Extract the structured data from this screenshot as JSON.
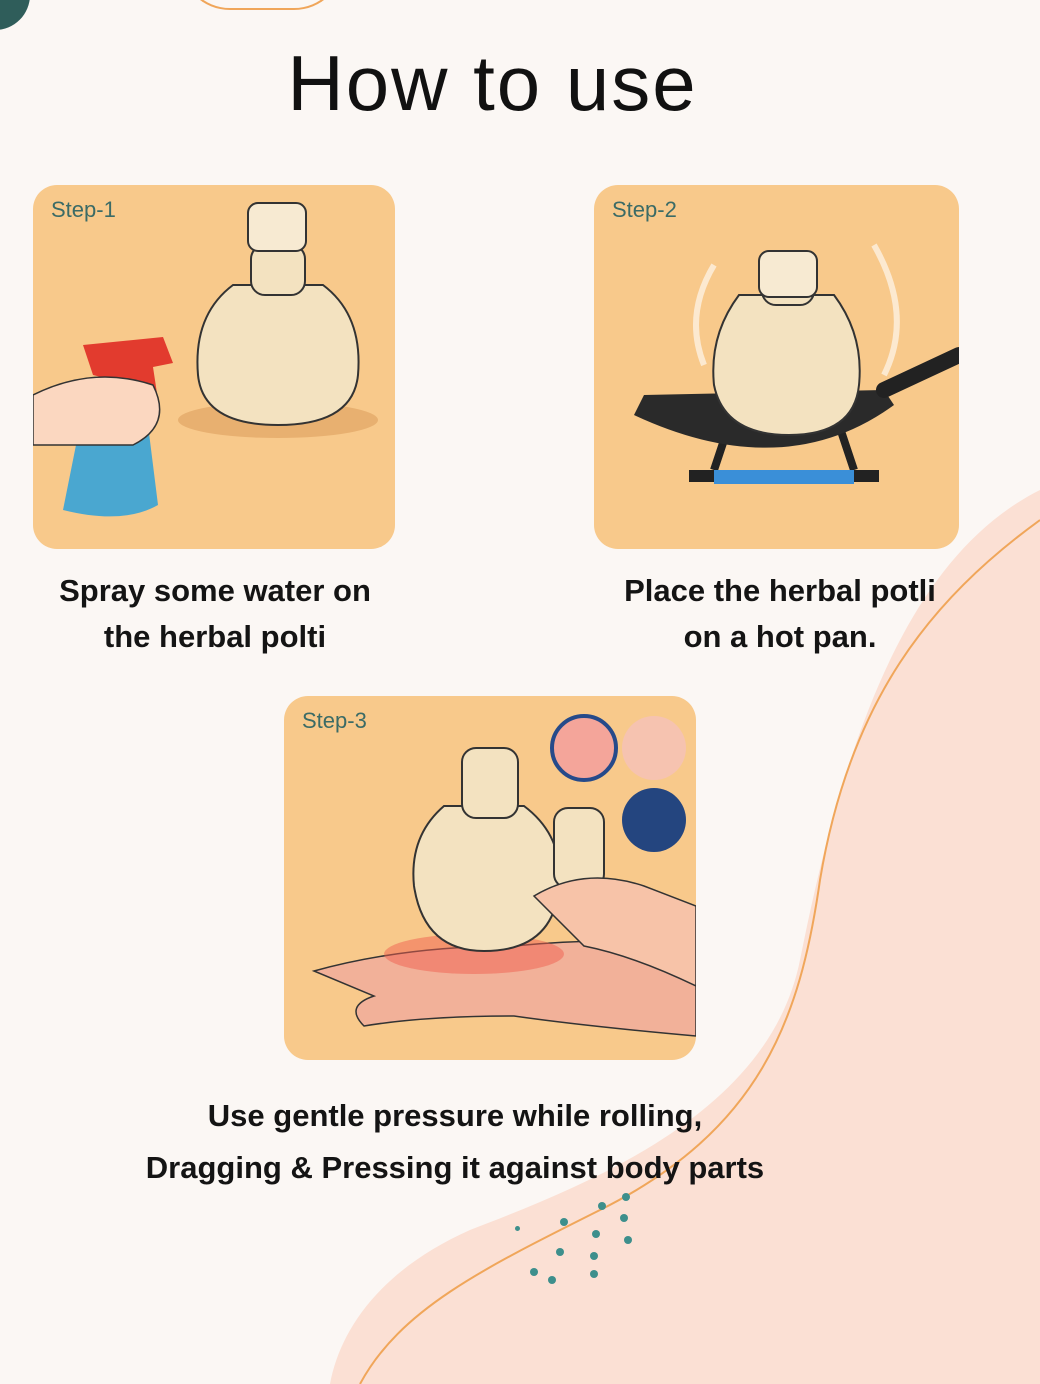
{
  "title": "How to use",
  "steps": [
    {
      "label": "Step-1",
      "caption_line1": "Spray some water on",
      "caption_line2": "the herbal polti"
    },
    {
      "label": "Step-2",
      "caption_line1": "Place the herbal potli",
      "caption_line2": "on a hot pan."
    },
    {
      "label": "Step-3",
      "caption_line1": "Use gentle pressure while rolling,",
      "caption_line2": "Dragging & Pressing it against body parts"
    }
  ],
  "colors": {
    "card": "#f8c98b",
    "step_label": "#3b6b66",
    "background": "#fbf7f4",
    "blob": "#fbe0d4",
    "accent_line": "#f0a65a"
  }
}
